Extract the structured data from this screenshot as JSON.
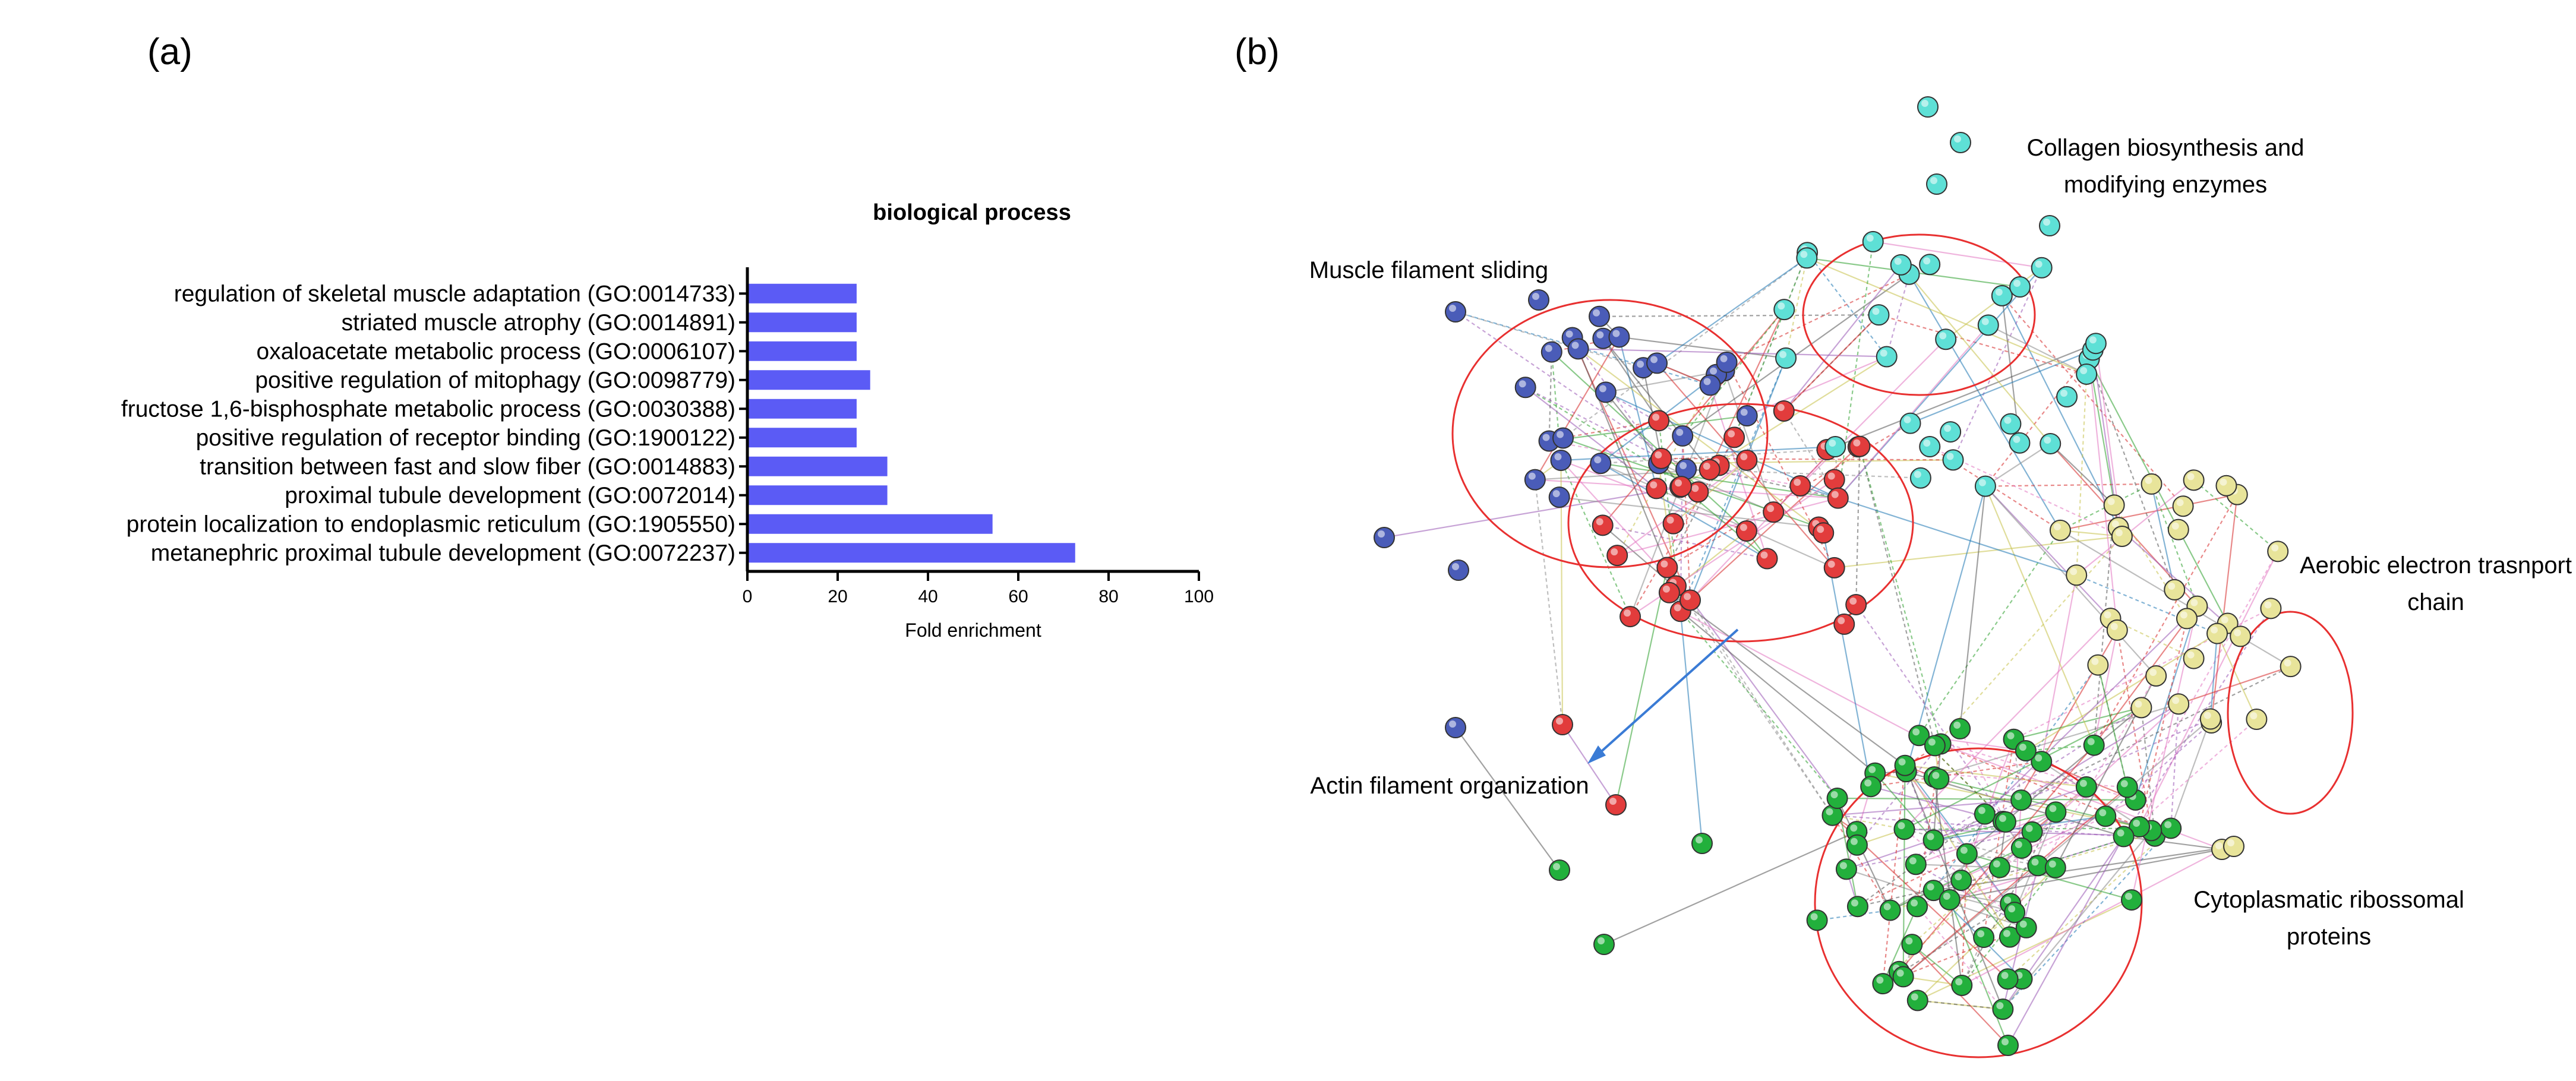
{
  "panels": {
    "a": "(a)",
    "b": "(b)"
  },
  "chart_data": {
    "type": "bar",
    "orientation": "horizontal",
    "title": "biological process",
    "xlabel": "Fold enrichment",
    "ylabel": "",
    "xlim": [
      0,
      100
    ],
    "xticks": [
      "0",
      "20",
      "40",
      "60",
      "80",
      "100"
    ],
    "categories": [
      "regulation of skeletal muscle adaptation (GO:0014733)",
      "striated muscle atrophy (GO:0014891)",
      "oxaloacetate metabolic process (GO:0006107)",
      "positive regulation of mitophagy (GO:0098779)",
      "fructose 1,6-bisphosphate metabolic process (GO:0030388)",
      "positive regulation of receptor binding (GO:1900122)",
      "transition between fast and slow fiber (GO:0014883)",
      "proximal tubule development (GO:0072014)",
      "protein localization to endoplasmic reticulum (GO:1905550)",
      "metanephric proximal tubule development (GO:0072237)"
    ],
    "values": [
      24.2,
      24.2,
      24.2,
      27.2,
      24.2,
      24.2,
      31.0,
      31.0,
      54.3,
      72.6
    ],
    "bar_color": "#5b5bf5",
    "grid": false
  },
  "network": {
    "cluster_labels": [
      {
        "id": "collagen",
        "line1": "Collagen biosynthesis and",
        "line2": "modifying enzymes"
      },
      {
        "id": "muscle-sliding",
        "line1": "Muscle filament sliding",
        "line2": ""
      },
      {
        "id": "aerobic",
        "line1": "Aerobic electron trasnport",
        "line2": "chain"
      },
      {
        "id": "actin",
        "line1": "Actin filament organization",
        "line2": ""
      },
      {
        "id": "ribosomal",
        "line1": "Cytoplasmatic ribossomal",
        "line2": "proteins"
      }
    ],
    "colors": {
      "collagen": "#5ee0d6",
      "muscle": "#4a5cb8",
      "actin": "#e23c3c",
      "aerobic": "#e8e49a",
      "ribosomal": "#22b03c",
      "circle": "#e83030",
      "arrow": "#3a7bd5"
    }
  }
}
